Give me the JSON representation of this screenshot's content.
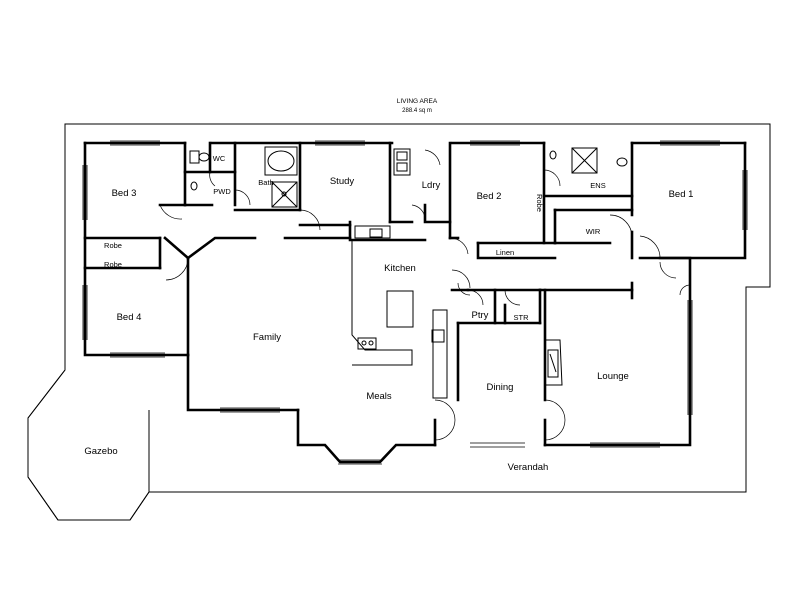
{
  "header": {
    "title": "LIVING AREA",
    "area": "288.4 sq m"
  },
  "rooms": {
    "bed3": "Bed 3",
    "bed4": "Bed 4",
    "bed2": "Bed 2",
    "bed1": "Bed 1",
    "robe_bed3": "Robe",
    "robe_bed4": "Robe",
    "robe_bed2": "Robe",
    "wc": "WC",
    "pwd": "PWD",
    "bath": "Bath",
    "study": "Study",
    "ldry": "Ldry",
    "ens": "ENS",
    "wir": "WIR",
    "linen": "Linen",
    "kitchen": "Kitchen",
    "family": "Family",
    "meals": "Meals",
    "ptry": "Ptry",
    "str": "STR",
    "dining": "Dining",
    "lounge": "Lounge",
    "gazebo": "Gazebo",
    "verandah": "Verandah"
  }
}
